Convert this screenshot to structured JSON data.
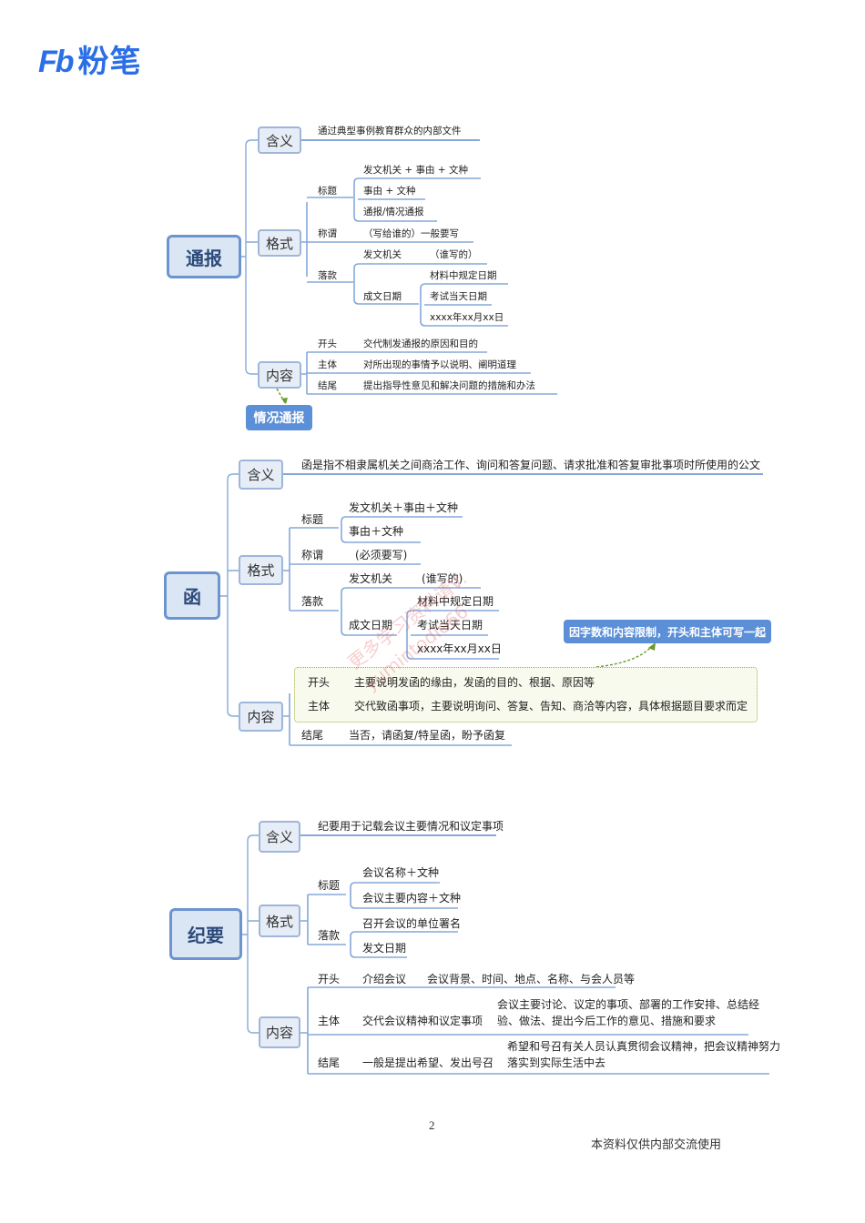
{
  "logo": {
    "mark": "Fb",
    "text": "粉笔"
  },
  "tongbao": {
    "title": "通报",
    "hanyi": {
      "label": "含义",
      "text": "通过典型事例教育群众的内部文件"
    },
    "geshi": {
      "label": "格式",
      "biaoti": {
        "label": "标题",
        "items": [
          "发文机关 + 事由 + 文种",
          "事由 + 文种",
          "通报/情况通报"
        ]
      },
      "chengwei": {
        "label": "称谓",
        "text": "（写给谁的）一般要写"
      },
      "luokuan": {
        "label": "落款",
        "fawen": {
          "label": "发文机关",
          "text": "（谁写的）"
        },
        "chengwen": {
          "label": "成文日期",
          "items": [
            "材料中规定日期",
            "考试当天日期",
            "xxxx年xx月xx日"
          ]
        }
      }
    },
    "neirong": {
      "label": "内容",
      "items": [
        {
          "label": "开头",
          "text": "交代制发通报的原因和目的"
        },
        {
          "label": "主体",
          "text": "对所出现的事情予以说明、阐明道理"
        },
        {
          "label": "结尾",
          "text": "提出指导性意见和解决问题的措施和办法"
        }
      ]
    },
    "tag": "情况通报"
  },
  "han": {
    "title": "函",
    "hanyi": {
      "label": "含义",
      "text": "函是指不相隶属机关之间商洽工作、询问和答复问题、请求批准和答复审批事项时所使用的公文"
    },
    "geshi": {
      "label": "格式",
      "biaoti": {
        "label": "标题",
        "items": [
          "发文机关＋事由＋文种",
          "事由＋文种"
        ]
      },
      "chengwei": {
        "label": "称谓",
        "text": "(必须要写)"
      },
      "luokuan": {
        "label": "落款",
        "fawen": {
          "label": "发文机关",
          "text": "(谁写的)"
        },
        "chengwen": {
          "label": "成文日期",
          "items": [
            "材料中规定日期",
            "考试当天日期",
            "xxxx年xx月xx日"
          ]
        }
      }
    },
    "neirong": {
      "label": "内容",
      "items": [
        {
          "label": "开头",
          "text": "主要说明发函的缘由，发函的目的、根据、原因等"
        },
        {
          "label": "主体",
          "text": "交代致函事项，主要说明询问、答复、告知、商洽等内容，具体根据题目要求而定"
        },
        {
          "label": "结尾",
          "text": "当否，请函复/特呈函，盼予函复"
        }
      ]
    },
    "note": "因字数和内容限制，开头和主体可写一起"
  },
  "watermark": [
    "更多学习资料请V:",
    "yumintodie66"
  ],
  "jiyao": {
    "title": "纪要",
    "hanyi": {
      "label": "含义",
      "text": "纪要用于记载会议主要情况和议定事项"
    },
    "geshi": {
      "label": "格式",
      "biaoti": {
        "label": "标题",
        "items": [
          "会议名称＋文种",
          "会议主要内容＋文种"
        ]
      },
      "luokuan": {
        "label": "落款",
        "items": [
          "召开会议的单位署名",
          "发文日期"
        ]
      }
    },
    "neirong": {
      "label": "内容",
      "items": [
        {
          "label": "开头",
          "mid": "介绍会议",
          "text": [
            "会议背景、时间、地点、名称、与会人员等"
          ]
        },
        {
          "label": "主体",
          "mid": "交代会议精神和议定事项",
          "text": [
            "会议主要讨论、议定的事项、部署的工作安排、总结经",
            "验、做法、提出今后工作的意见、措施和要求"
          ]
        },
        {
          "label": "结尾",
          "mid": "一般是提出希望、发出号召",
          "text": [
            "希望和号召有关人员认真贯彻会议精神，把会议精神努力",
            "落实到实际生活中去"
          ]
        }
      ]
    }
  },
  "footer": {
    "page": "2",
    "note": "本资料仅供内部交流使用"
  },
  "colors": {
    "brand": "#2b6fe6",
    "line": "#7ea3d8",
    "node_fill": "#e6edf7",
    "tag_fill": "#5b8fd8",
    "arrow": "#6a9a2a"
  }
}
